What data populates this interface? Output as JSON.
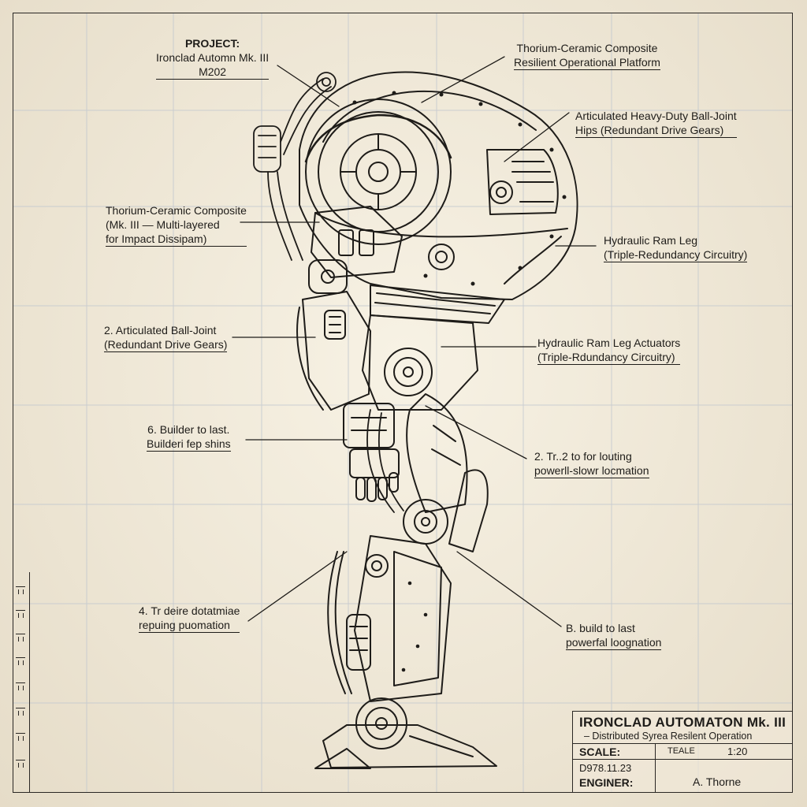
{
  "project": {
    "heading": "PROJECT:",
    "name": "Ironclad Automn Mk. III",
    "code": "M202"
  },
  "callouts": [
    {
      "id": "c1",
      "lines": [
        "Thorium-Ceramic Composite",
        "Resilient Operational Platform"
      ]
    },
    {
      "id": "c2",
      "lines": [
        "Articulated Heavy-Duty Ball-Joint",
        "Hips (Redundant Drive Gears)"
      ]
    },
    {
      "id": "c3",
      "lines": [
        "Thorium-Ceramic Composite",
        "(Mk. III — Multi-layered",
        "for Impact Dissipam)"
      ]
    },
    {
      "id": "c4",
      "lines": [
        "Hydraulic Ram Leg",
        "(Triple-Redundancy Circuitry)"
      ]
    },
    {
      "id": "c5",
      "lines": [
        "2. Articulated Ball-Joint",
        "(Redundant Drive Gears)"
      ]
    },
    {
      "id": "c6",
      "lines": [
        "Hydraulic Ram Leg Actuators",
        "(Triple-Rdundancy Circuitry)"
      ]
    },
    {
      "id": "c7",
      "lines": [
        "6. Builder to last.",
        "Builderi fep shins"
      ]
    },
    {
      "id": "c8",
      "lines": [
        "2. Tr..2 to for louting",
        "powerll-slowr locmation"
      ]
    },
    {
      "id": "c9",
      "lines": [
        "4. Tr deire dotatmiae",
        "repuing puomation"
      ]
    },
    {
      "id": "c10",
      "lines": [
        "B. build to last",
        "powerfal loognation"
      ]
    }
  ],
  "title_block": {
    "title": "IRONCLAD AUTOMATON Mk. III",
    "subtitle": "– Distributed Syrea Resilent Operation",
    "scale_label": "SCALE:",
    "scale_field": "TEALE",
    "scale_value": "1:20",
    "date": "D978.11.23",
    "engineer_label": "ENGINER:",
    "engineer_name": "A. Thorne"
  },
  "colors": {
    "paper": "#eee6d4",
    "ink": "#1e1c19",
    "grid": "#c9cdd2"
  }
}
